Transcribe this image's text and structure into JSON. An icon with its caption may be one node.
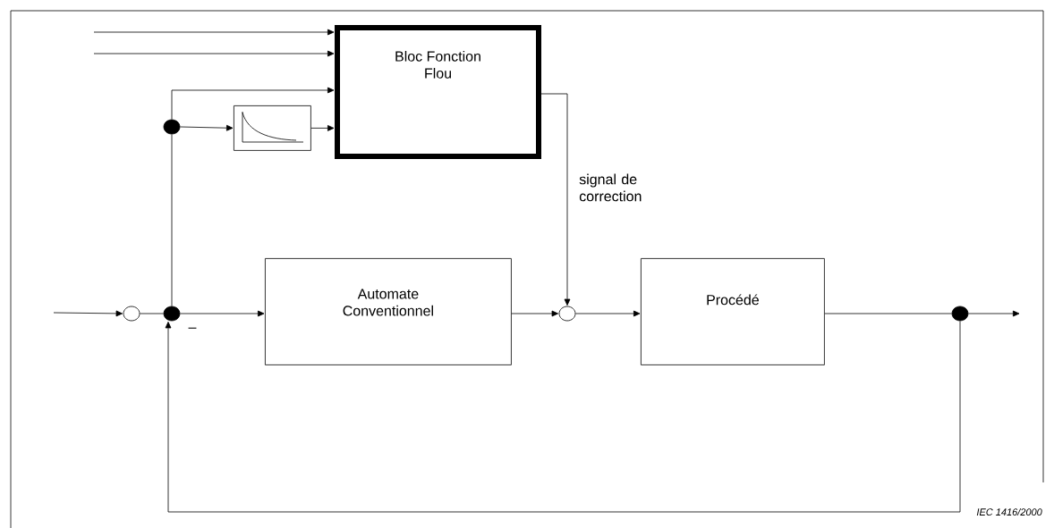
{
  "diagram": {
    "nodes": [
      {
        "text": [
          "Bloc Fonction Flou"
        ]
      },
      {
        "text": [],
        "shape": "picture"
      },
      {
        "text": [
          "Automate Conventionnel"
        ]
      },
      {
        "text": [
          "Procédé"
        ]
      },
      {
        "text": [],
        "shape": "circle"
      },
      {
        "text": [],
        "shape": "circle"
      },
      {
        "text": [],
        "shape": "circle"
      },
      {
        "text": [],
        "shape": "circle"
      },
      {
        "text": [],
        "shape": "circle"
      }
    ],
    "edges": [
      {
        "from": null,
        "to": 0,
        "arrow": "to"
      },
      {
        "from": null,
        "to": 0,
        "arrow": "to"
      },
      {
        "from": 6,
        "to": 0,
        "arrow": "to"
      },
      {
        "from": 6,
        "to": 1,
        "arrow": "to"
      },
      {
        "from": 1,
        "to": 0,
        "arrow": "to"
      },
      {
        "from": null,
        "to": 4,
        "arrow": "to"
      },
      {
        "from": 4,
        "to": 5,
        "arrow": "none"
      },
      {
        "from": 5,
        "to": 6,
        "arrow": "none"
      },
      {
        "from": 5,
        "to": 2,
        "arrow": "to"
      },
      {
        "from": 2,
        "to": 7,
        "arrow": "to"
      },
      {
        "from": 0,
        "to": 7,
        "arrow": "to",
        "label": "signal de correction"
      },
      {
        "from": 7,
        "to": 3,
        "arrow": "to"
      },
      {
        "from": 3,
        "to": 8,
        "arrow": "none"
      },
      {
        "from": 8,
        "to": null,
        "arrow": "to"
      },
      {
        "from": 8,
        "to": 5,
        "arrow": "to"
      }
    ],
    "labels": [
      "–",
      "IEC 1416/2000"
    ]
  }
}
